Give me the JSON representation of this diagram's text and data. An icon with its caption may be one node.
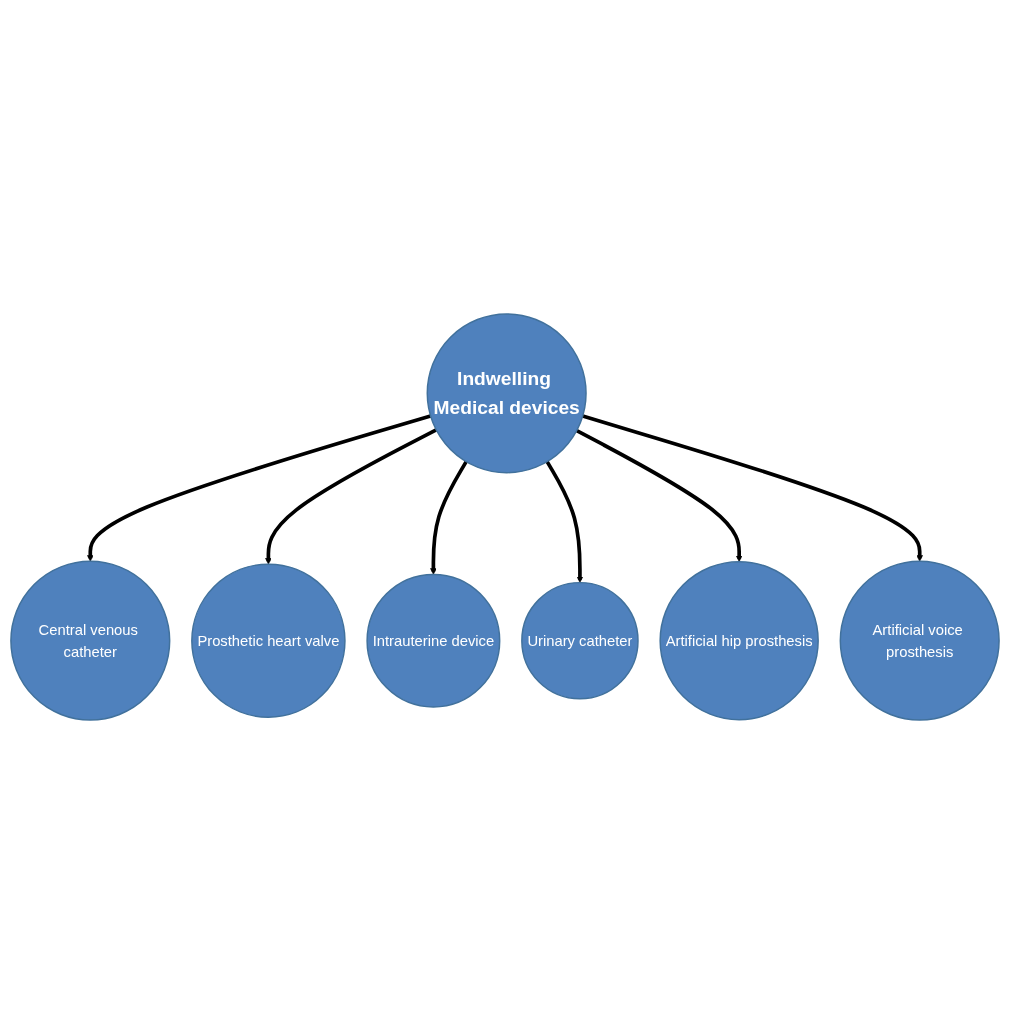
{
  "diagram": {
    "nodes": [
      {
        "text": [
          "Central venous catheter"
        ]
      },
      {
        "text": [
          "Prosthetic heart valve"
        ]
      },
      {
        "text": [
          "Intrauterine device"
        ]
      },
      {
        "text": [
          "Indwelling Medical devices"
        ]
      },
      {
        "text": [
          "Urinary catheter"
        ]
      },
      {
        "text": [
          "Artificial hip prosthesis"
        ]
      },
      {
        "text": [
          "Artificial voice prosthesis"
        ]
      }
    ],
    "edges": [
      {
        "from": 3,
        "to": 0,
        "arrow": "to"
      },
      {
        "from": 3,
        "to": 1,
        "arrow": "to"
      },
      {
        "from": 3,
        "to": 2,
        "arrow": "to"
      },
      {
        "from": 3,
        "to": 4,
        "arrow": "to"
      },
      {
        "from": 3,
        "to": 5,
        "arrow": "to"
      },
      {
        "from": 3,
        "to": 6,
        "arrow": "to"
      }
    ]
  }
}
